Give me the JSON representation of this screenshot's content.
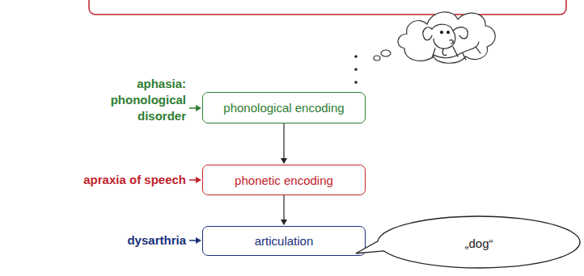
{
  "diagram": {
    "nodes": [
      {
        "text": [
          "phonological encoding"
        ]
      },
      {
        "text": [
          "phonetic encoding"
        ]
      },
      {
        "text": [
          "articulation"
        ]
      },
      {
        "text": [
          "„dog“"
        ]
      }
    ],
    "edges": [
      {
        "from": 0,
        "to": 1,
        "arrow": "to"
      },
      {
        "from": 1,
        "to": 2,
        "arrow": "to"
      }
    ],
    "labels": [
      "aphasia: phonological disorder",
      "apraxia of speech",
      "dysarthria"
    ]
  }
}
